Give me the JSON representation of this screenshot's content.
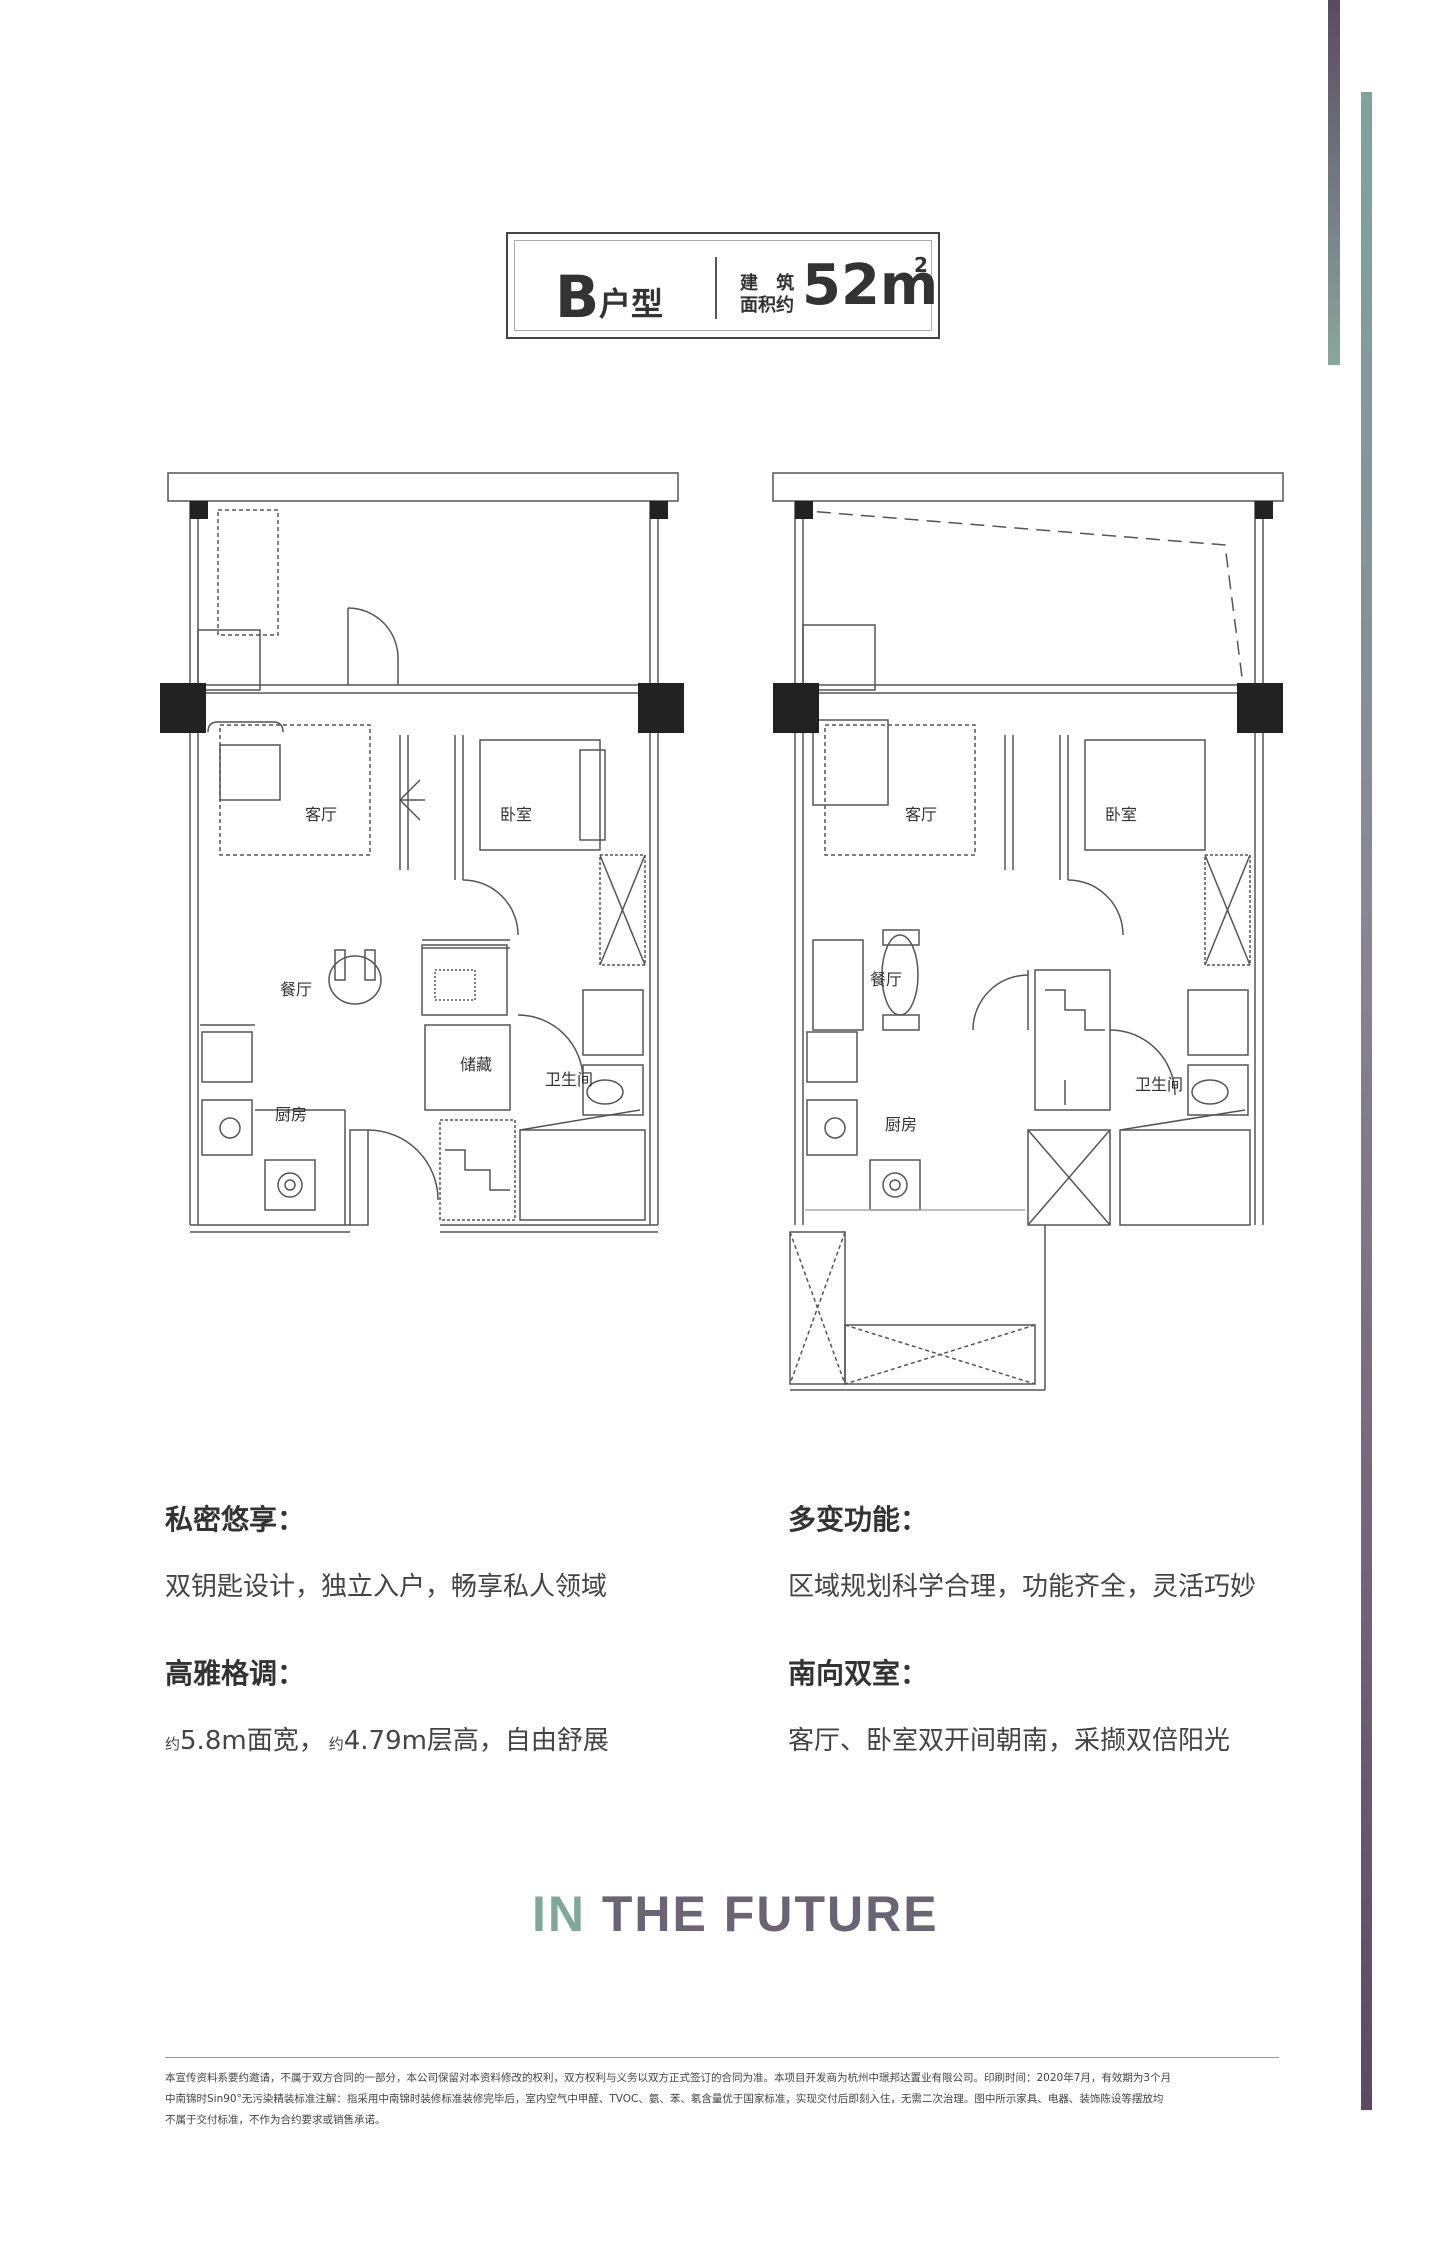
{
  "title": {
    "type_letter": "B",
    "type_label": "户型",
    "area_label_1": "建 筑",
    "area_label_2": "面积约",
    "area_value": "52m",
    "area_sup": "2"
  },
  "plan_left": {
    "rooms": {
      "living": "客厅",
      "bedroom": "卧室",
      "dining": "餐厅",
      "storage": "储藏",
      "bathroom": "卫生间",
      "kitchen": "厨房"
    }
  },
  "plan_right": {
    "rooms": {
      "living": "客厅",
      "bedroom": "卧室",
      "dining": "餐厅",
      "bathroom": "卫生间",
      "kitchen": "厨房"
    }
  },
  "features": [
    {
      "title": "私密悠享：",
      "body": "双钥匙设计，独立入户，畅享私人领域"
    },
    {
      "title": "多变功能：",
      "body": "区域规划科学合理，功能齐全，灵活巧妙"
    },
    {
      "title": "高雅格调：",
      "body_prefix1": "约",
      "body_part1": "5.8m面宽，",
      "body_prefix2": "约",
      "body_part2": "4.79m层高，自由舒展"
    },
    {
      "title": "南向双室：",
      "body": "客厅、卧室双开间朝南，采撷双倍阳光"
    }
  ],
  "slogan": {
    "part1": "IN",
    "part2": " THE ",
    "part3": "FUTURE"
  },
  "disclaimer": [
    "本宣传资料系要约邀请，不属于双方合同的一部分，本公司保留对本资料修改的权利，双方权利与义务以双方正式签订的合同为准。本项目开发商为杭州中璟邦达置业有限公司。印刷时间：2020年7月，有效期为3个月",
    "中南锦时Sin90°无污染精装标准注解：指采用中南锦时装修标准装修完毕后，室内空气中甲醛、TVOC、氨、苯、氡含量优于国家标准，实现交付后即刻入住，无需二次治理。图中所示家具、电器、装饰陈设等摆放均",
    "不属于交付标准，不作为合约要求或销售承诺。"
  ],
  "colors": {
    "accent_green": "#7fa89a",
    "accent_purple": "#5a4a63"
  }
}
